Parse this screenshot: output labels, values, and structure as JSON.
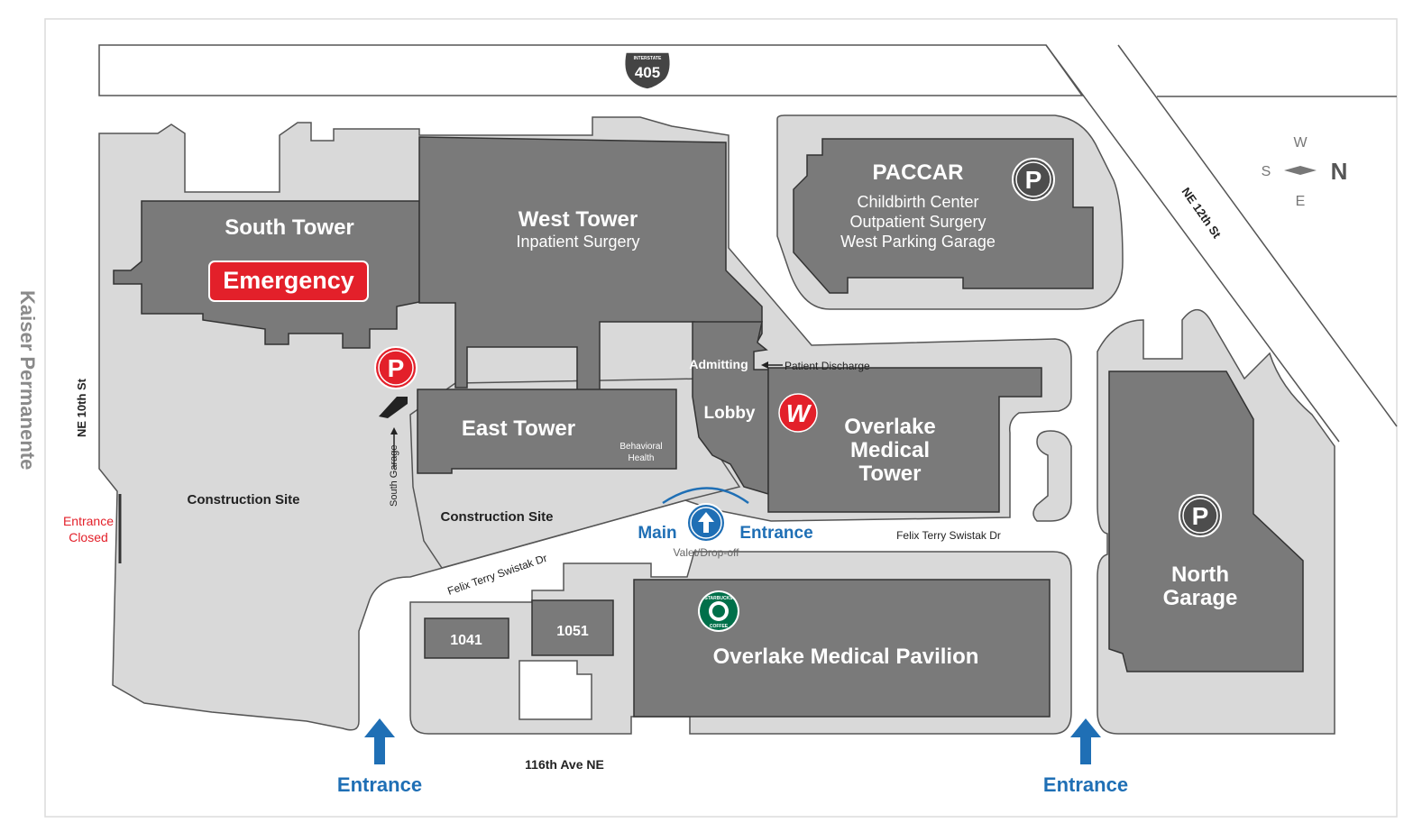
{
  "map": {
    "highway_shield": {
      "top": "INTERSTATE",
      "number": "405"
    },
    "compass": {
      "w": "W",
      "s": "S",
      "e": "E",
      "n": "N"
    },
    "streets": {
      "ne12": "NE 12th St",
      "ne10": "NE 10th St",
      "ave116": "116th Ave NE",
      "felix1": "Felix Terry Swistak Dr",
      "felix2": "Felix Terry Swistak Dr",
      "kaiser": "Kaiser Permanente",
      "south_garage": "South Garage"
    },
    "buildings": {
      "south_tower": "South Tower",
      "emergency": "Emergency",
      "west_tower": "West Tower",
      "west_tower_sub": "Inpatient Surgery",
      "east_tower": "East Tower",
      "behavioral_1": "Behavioral",
      "behavioral_2": "Health",
      "paccar": "PACCAR",
      "paccar_1": "Childbirth Center",
      "paccar_2": "Outpatient Surgery",
      "paccar_3": "West Parking Garage",
      "admitting": "Admitting",
      "lobby": "Lobby",
      "omt_1": "Overlake",
      "omt_2": "Medical",
      "omt_3": "Tower",
      "north_garage_1": "North",
      "north_garage_2": "Garage",
      "b1041": "1041",
      "b1051": "1051",
      "pavilion": "Overlake Medical Pavilion",
      "starbucks_top": "STARBUCKS",
      "starbucks_bottom": "COFFEE"
    },
    "labels": {
      "construction1": "Construction Site",
      "construction2": "Construction Site",
      "entrance_closed_1": "Entrance",
      "entrance_closed_2": "Closed",
      "patient_discharge": "Patient Discharge",
      "main": "Main",
      "main_entrance": "Entrance",
      "valet": "Valet/Drop-off",
      "entrance_left": "Entrance",
      "entrance_right": "Entrance",
      "parking": "P",
      "walgreens": "W"
    },
    "colors": {
      "building": "#7a7a7a",
      "ground": "#d9d9d9",
      "emergency": "#e3202a",
      "accent_blue": "#1f6fb5",
      "parking_dark": "#4d4d4d"
    }
  }
}
